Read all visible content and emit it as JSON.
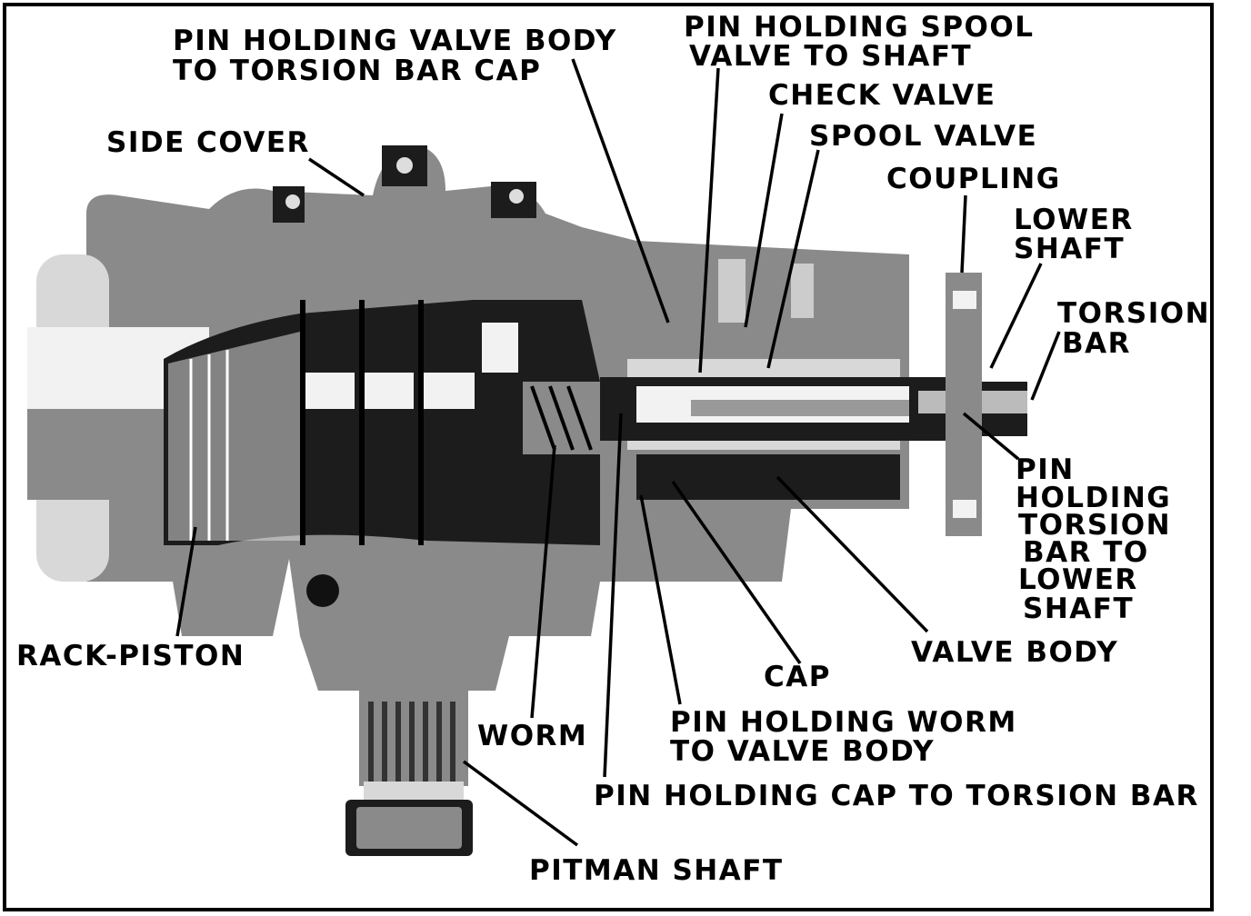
{
  "labels": {
    "pin_valve_body_1": "PIN HOLDING VALVE BODY",
    "pin_valve_body_2": "TO TORSION BAR CAP",
    "pin_spool_1": "PIN HOLDING SPOOL",
    "pin_spool_2": "VALVE TO SHAFT",
    "check_valve": "CHECK VALVE",
    "spool_valve": "SPOOL VALVE",
    "coupling": "COUPLING",
    "lower_shaft_1": "LOWER",
    "lower_shaft_2": "SHAFT",
    "torsion_bar_1": "TORSION",
    "torsion_bar_2": "BAR",
    "side_cover": "SIDE COVER",
    "pin_torsion_1": "PIN",
    "pin_torsion_2": "HOLDING",
    "pin_torsion_3": "TORSION",
    "pin_torsion_4": "BAR TO",
    "pin_torsion_5": "LOWER",
    "pin_torsion_6": "SHAFT",
    "rack_piston": "RACK-PISTON",
    "valve_body": "VALVE BODY",
    "cap": "CAP",
    "worm": "WORM",
    "pin_worm_1": "PIN HOLDING WORM",
    "pin_worm_2": "TO VALVE BODY",
    "pin_cap": "PIN HOLDING CAP TO TORSION BAR",
    "pitman_shaft": "PITMAN SHAFT"
  },
  "colors": {
    "ink": "#000000",
    "paper": "#ffffff",
    "metal": "#8a8a8a",
    "shadow": "#1c1c1c",
    "highlight": "#f2f2f2"
  }
}
